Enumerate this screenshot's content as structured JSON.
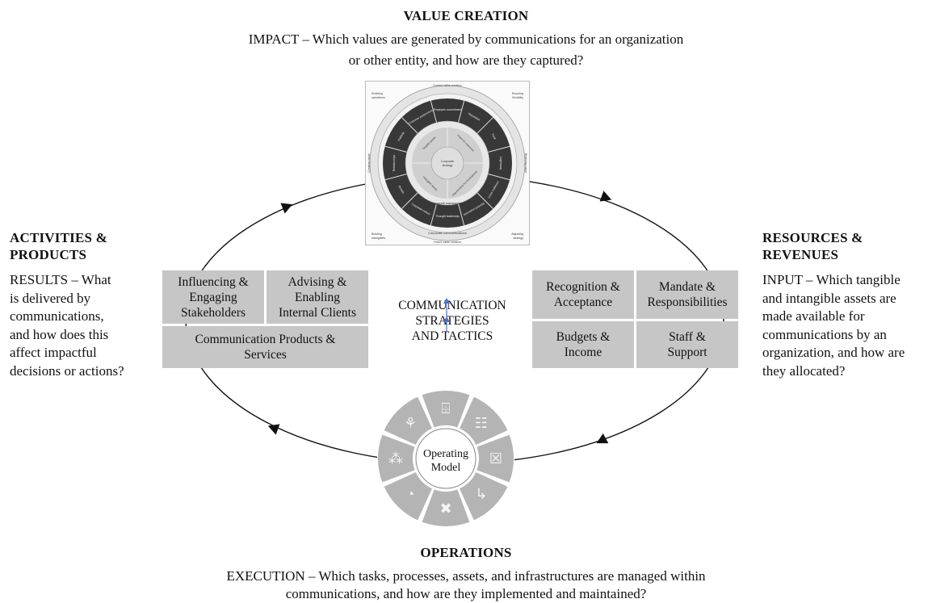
{
  "top": {
    "title": "VALUE CREATION",
    "line1": "IMPACT – Which values are generated by communications for an organization",
    "line2": "or other entity, and how are they captured?"
  },
  "left": {
    "title1": "ACTIVITIES &",
    "title2": "PRODUCTS",
    "lines": [
      "RESULTS – What",
      "is delivered by",
      "communications,",
      "and how does this",
      "affect impactful",
      "decisions or actions?"
    ]
  },
  "right": {
    "title1": "RESOURCES &",
    "title2": "REVENUES",
    "lines": [
      "INPUT – Which tangible",
      "and intangible assets are",
      "made available for",
      "communications by an",
      "organization, and how are",
      "they allocated?"
    ]
  },
  "bottom": {
    "title": "OPERATIONS",
    "line1": "EXECUTION – Which tasks, processes, assets, and infrastructures are managed within",
    "line2": "communications, and how are they implemented and maintained?"
  },
  "center": {
    "lines": [
      "COMMUNICATION",
      "STRATEGIES",
      "AND TACTICS"
    ]
  },
  "left_boxes": {
    "influencing": [
      "Influencing &",
      "Engaging",
      "Stakeholders"
    ],
    "advising": [
      "Advising &",
      "Enabling",
      "Internal Clients"
    ],
    "products": [
      "Communication Products &",
      "Services"
    ]
  },
  "right_boxes": {
    "recognition": [
      "Recognition &",
      "Acceptance"
    ],
    "mandate": [
      "Mandate &",
      "Responsibilities"
    ],
    "budgets": [
      "Budgets &",
      "Income"
    ],
    "staff": [
      "Staff &",
      "Support"
    ]
  },
  "operating_model": {
    "label1": "Operating",
    "label2": "Model",
    "segment_icons": [
      "briefcase-icon",
      "org-chart-icon",
      "director-chair-icon",
      "process-path-icon",
      "tools-icon",
      "speedometer-icon",
      "network-icon",
      "brain-icon"
    ]
  },
  "wheel": {
    "top_label": "Current value creation",
    "bottom_label": "Future value creation",
    "left_label": "Creating value",
    "right_label": "Realizing value",
    "corner_tl": [
      "Enabling",
      "operations"
    ],
    "corner_tr": [
      "Ensuring",
      "flexibility"
    ],
    "corner_bl": [
      "Building",
      "intangibles"
    ],
    "corner_br": [
      "Adjusting",
      "strategy"
    ],
    "outer_ring": "Corporate communications",
    "mid_ring": "Corporate management",
    "center": [
      "Corporate",
      "strategy"
    ],
    "inner_segments": [
      "Tangible assets",
      "Room for maneuver",
      "Opportunities for development",
      "Intangible assets"
    ],
    "dark_segments": [
      "Employee commitment",
      "Reputation",
      "Trust",
      "Legitimacy",
      "Crisis resilience",
      "Innovation potential",
      "Thought leadership",
      "Corporate culture",
      "Brands",
      "Relationships",
      "Publicity",
      "Customer preferences"
    ]
  },
  "colors": {
    "box_fill": "#c6c6c6",
    "arrow_blue": "#4a72c4",
    "wheel_dark": "#3a3a3a",
    "op_segment": "#b4b4b4"
  }
}
